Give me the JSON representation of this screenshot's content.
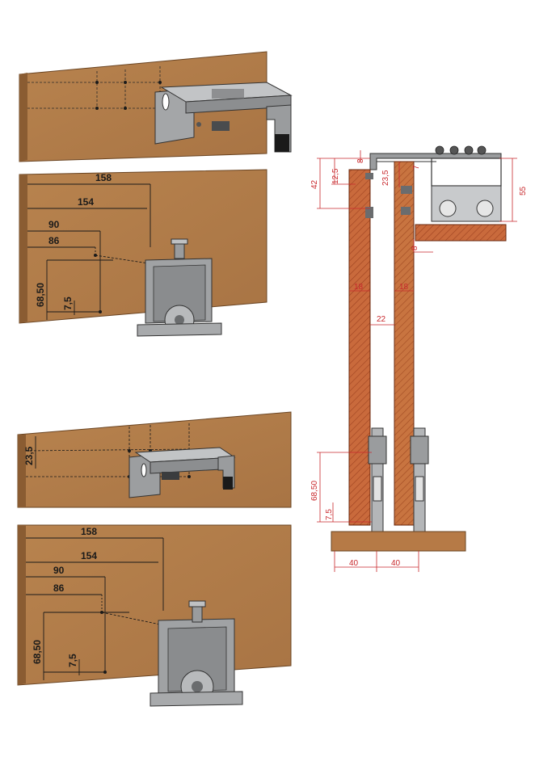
{
  "colors": {
    "wood": "#b07c48",
    "wood_dark": "#8a5c32",
    "board_red": "#c45a32",
    "dim_red": "#c8282c",
    "metal": "#9a9c9e",
    "metal_dark": "#4a4c4e"
  },
  "panel_top": {
    "upper_dims": [],
    "lower_dims": [
      "158",
      "154",
      "90",
      "86",
      "68,50",
      "7,5"
    ]
  },
  "panel_bottom": {
    "upper_dims": [
      "23,5"
    ],
    "lower_dims": [
      "158",
      "154",
      "90",
      "86",
      "68,50",
      "7,5"
    ]
  },
  "section": {
    "dims": {
      "d8_top": "8",
      "d12_5": "12,5",
      "d23_5": "23,5",
      "d7": "7",
      "d42": "42",
      "d55": "55",
      "d8_side": "8",
      "d18_left": "18",
      "d18_right": "18",
      "d22": "22",
      "d68_50": "68,50",
      "d7_5": "7,5",
      "d40_left": "40",
      "d40_right": "40"
    }
  }
}
